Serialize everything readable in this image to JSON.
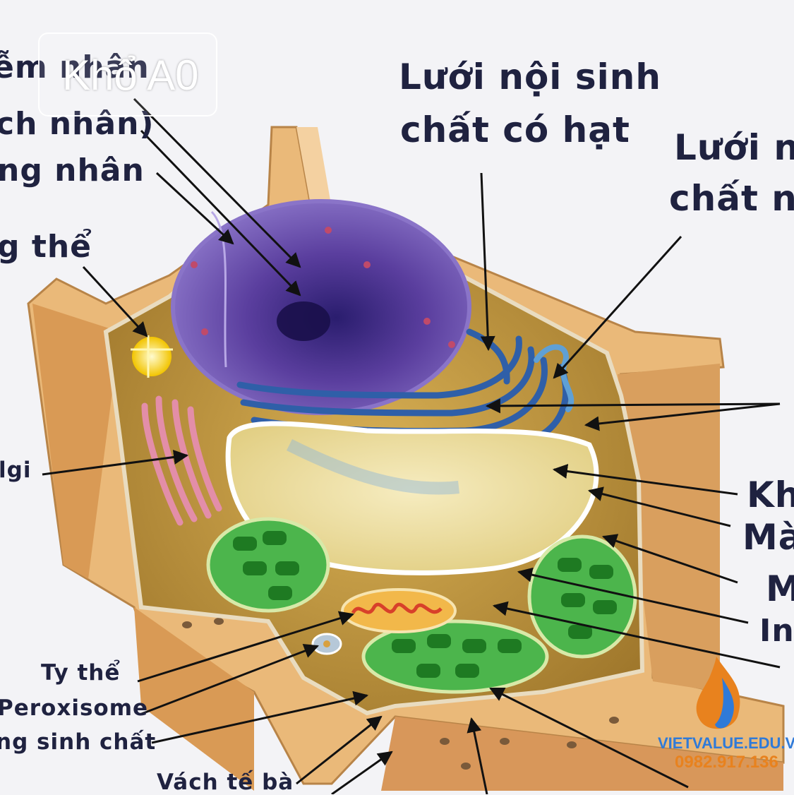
{
  "labels": {
    "tl_line1": "ễm nhân",
    "tl_line2": "ch nhân)",
    "tl_line3": "ng nhân",
    "trung_the": "g thể",
    "golgi": "lgi",
    "er_rough_line1": "Lưới nội sinh",
    "er_rough_line2": "chất có hạt",
    "er_smooth_line1": "Lưới n",
    "er_smooth_line2": "chất n",
    "ty_the": "Ty thể",
    "peroxisome": "Peroxisome",
    "mang_sinh_chat": "ng sinh chất",
    "vach_te_bao": "Vách tế bà",
    "right_kh": "Kh",
    "right_ma": "Mà",
    "right_m": "M",
    "right_in": "In"
  },
  "watermark": {
    "badge_text": "Khổ A0",
    "brand_name": "VIETVALUE.EDU.VN",
    "brand_phone": "0982.917.136"
  },
  "colors": {
    "background": "#f3f3f6",
    "label_text": "#1f2240",
    "nucleus": "#5a3a9c",
    "rough_er": "#2f5fa8",
    "chloroplast": "#2f9a2f",
    "golgi": "#e79ab0",
    "vacuole": "#efe2a8",
    "cell_wall": "#e9b57a",
    "cytoplasm": "#c79b3a",
    "brand_blue": "#2f7ad8",
    "brand_orange": "#e8821e"
  }
}
